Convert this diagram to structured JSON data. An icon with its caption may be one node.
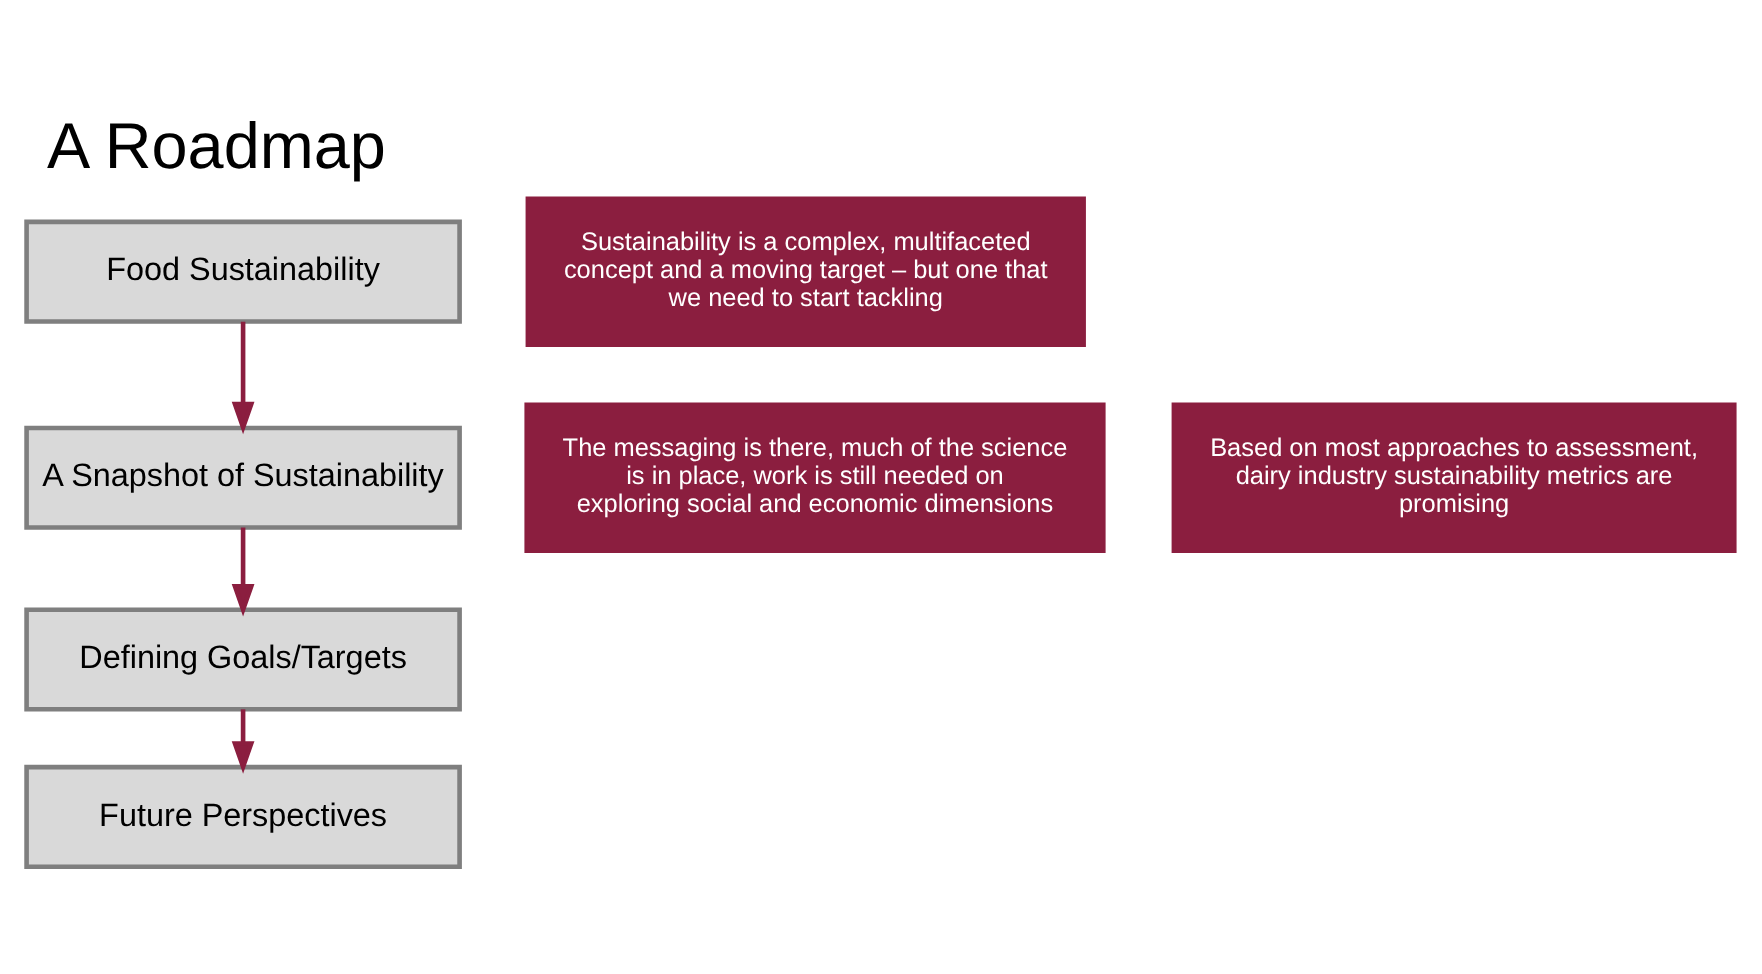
{
  "diagram": {
    "title": "A Roadmap",
    "nodes": [
      {
        "text": [
          "Food Sustainability"
        ]
      },
      {
        "text": [
          "Sustainability is a complex, multifaceted concept and a moving target – but one that we need to start tackling"
        ]
      },
      {
        "text": [
          "A Snapshot of Sustainability"
        ]
      },
      {
        "text": [
          "The messaging is there, much of the science is in place, work is still needed on exploring social and economic dimensions"
        ]
      },
      {
        "text": [
          "Based on most approaches to assessment, dairy industry sustainability metrics are promising"
        ]
      },
      {
        "text": [
          "Defining Goals/Targets"
        ]
      },
      {
        "text": [
          "Future Perspectives"
        ]
      }
    ],
    "edges": [
      {
        "from": 0,
        "to": 2,
        "arrow": "to"
      },
      {
        "from": 2,
        "to": 5,
        "arrow": "to"
      },
      {
        "from": 5,
        "to": 6,
        "arrow": "to"
      }
    ]
  }
}
